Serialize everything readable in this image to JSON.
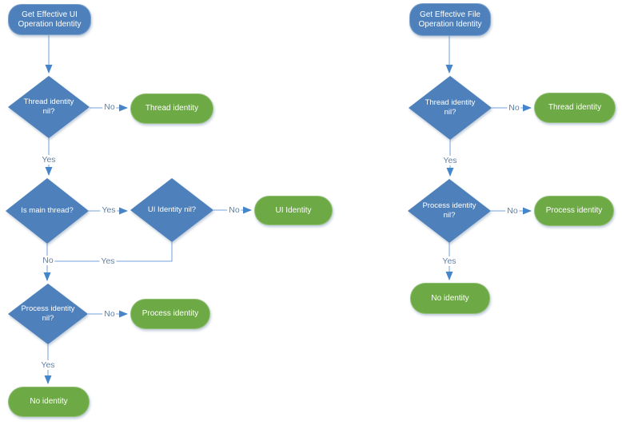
{
  "diagram": {
    "colors": {
      "process_fill": "#4e80bb",
      "terminal_fill": "#6da944",
      "connector_line": "#8fb5e3",
      "arrowhead": "#4585c9",
      "edge_label_text": "#64809f",
      "shape_text": "#ffffff"
    },
    "left_flow": {
      "start": {
        "line1": "Get Effective UI",
        "line2": "Operation Identity"
      },
      "thread_nil": {
        "line1": "Thread identity",
        "line2": "nil?"
      },
      "thread_identity": "Thread identity",
      "is_main_thread": "Is main thread?",
      "ui_nil": "UI Identity nil?",
      "ui_identity": "UI Identity",
      "process_nil": {
        "line1": "Process identity",
        "line2": "nil?"
      },
      "process_identity": "Process identity",
      "no_identity": "No identity",
      "edge_labels": {
        "thread_nil_no": "No",
        "thread_nil_yes": "Yes",
        "is_main_thread_yes": "Yes",
        "is_main_thread_no": "No",
        "ui_nil_no": "No",
        "ui_nil_yes": "Yes",
        "process_nil_no": "No",
        "process_nil_yes": "Yes"
      }
    },
    "right_flow": {
      "start": {
        "line1": "Get Effective File",
        "line2": "Operation Identity"
      },
      "thread_nil": {
        "line1": "Thread identity",
        "line2": "nil?"
      },
      "thread_identity": "Thread identity",
      "process_nil": {
        "line1": "Process identity",
        "line2": "nil?"
      },
      "process_identity": "Process identity",
      "no_identity": "No identity",
      "edge_labels": {
        "thread_nil_no": "No",
        "thread_nil_yes": "Yes",
        "process_nil_no": "No",
        "process_nil_yes": "Yes"
      }
    }
  }
}
